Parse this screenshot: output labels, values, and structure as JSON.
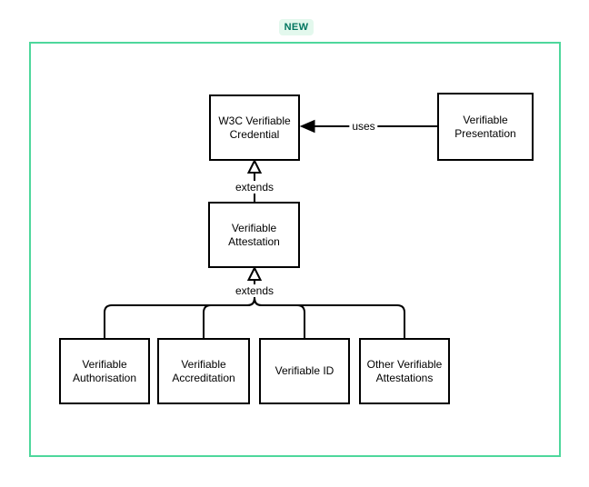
{
  "badge": {
    "label": "NEW",
    "background": "#e3f8ed",
    "text_color": "#00755f"
  },
  "frame": {
    "border_color": "#4ed79c"
  },
  "nodes": {
    "w3c_verifiable_credential": "W3C Verifiable Credential",
    "verifiable_presentation": "Verifiable Presentation",
    "verifiable_attestation": "Verifiable Attestation",
    "verifiable_authorisation": "Verifiable Authorisation",
    "verifiable_accreditation": "Verifiable Accreditation",
    "verifiable_id": "Verifiable ID",
    "other_verifiable_attestations": "Other Verifiable Attestations"
  },
  "edge_labels": {
    "uses": "uses",
    "extends_top": "extends",
    "extends_bottom": "extends"
  },
  "colors": {
    "node_border": "#000000",
    "node_fill": "#ffffff",
    "edge": "#000000",
    "text": "#000000"
  }
}
